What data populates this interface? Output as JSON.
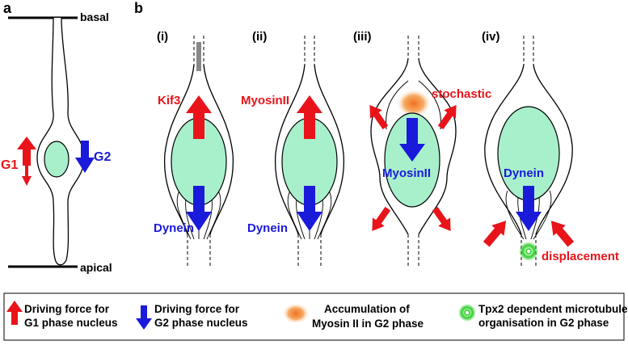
{
  "panel_a": {
    "letter": "a",
    "basal": "basal",
    "apical": "apical",
    "g1": "G1",
    "g2": "G2"
  },
  "panel_b": {
    "letter": "b",
    "roman": [
      "(i)",
      "(ii)",
      "(iii)",
      "(iv)"
    ],
    "i": {
      "top": "Kif3",
      "bottom": "Dynein"
    },
    "ii": {
      "top": "MyosinII",
      "bottom": "Dynein"
    },
    "iii": {
      "top": "stochastic",
      "center": "MyosinII"
    },
    "iv": {
      "center": "Dynein",
      "bottom": "displacement"
    }
  },
  "legend": {
    "g1_line1": "Driving force for",
    "g1_line2": "G1 phase nucleus",
    "g2_line1": "Driving force for",
    "g2_line2": "G2 phase nucleus",
    "myosin_line1": "Accumulation of",
    "myosin_line2": "Myosin II in G2 phase",
    "tpx2_line1": "Tpx2 dependent microtubule",
    "tpx2_line2": "organisation in G2 phase"
  },
  "colors": {
    "nucleus": "#a8f0cc",
    "red_arrow": "#e8141a",
    "blue_arrow": "#1a1adb",
    "myosin": "#f08a2a",
    "tpx2": "#30d030"
  }
}
